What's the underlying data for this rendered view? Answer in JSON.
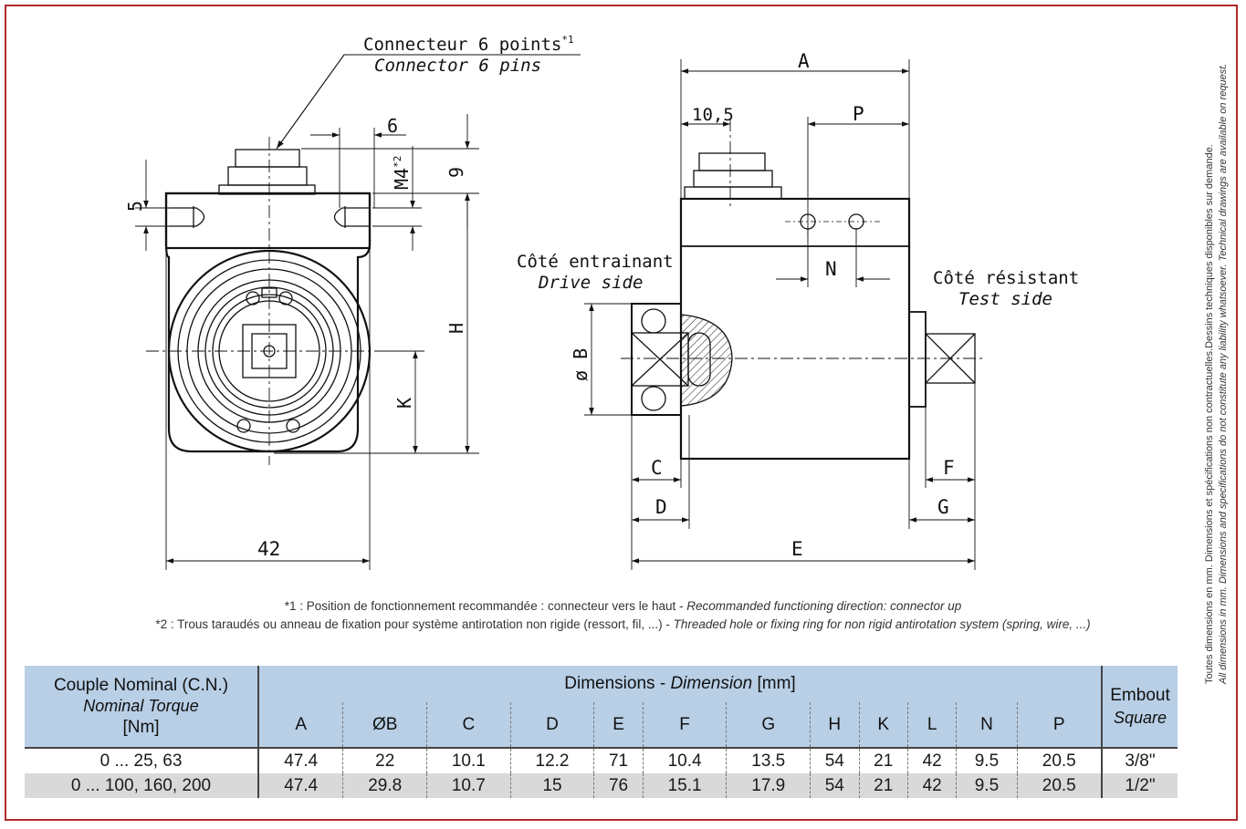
{
  "drawing": {
    "left_view": {
      "connector_label_fr": "Connecteur 6 points",
      "connector_label_fr_sup": "*1",
      "connector_label_en": "Connector 6 pins",
      "dim_6": "6",
      "dim_m4": "M4",
      "dim_m4_sup": "*2",
      "dim_9": "9",
      "dim_5": "5",
      "dim_H": "H",
      "dim_K": "K",
      "dim_42": "42"
    },
    "right_view": {
      "dim_A": "A",
      "dim_10_5": "10,5",
      "dim_P": "P",
      "dim_N": "N",
      "dim_B": "ø B",
      "drive_fr": "Côté entrainant",
      "drive_en": "Drive side",
      "test_fr": "Côté résistant",
      "test_en": "Test side",
      "dim_C": "C",
      "dim_D": "D",
      "dim_F": "F",
      "dim_G": "G",
      "dim_E": "E"
    }
  },
  "notes": {
    "note1_fr": "*1 : Position de fonctionnement recommandée : connecteur vers le haut - ",
    "note1_en": "Recommanded functioning direction: connector up",
    "note2_fr": "*2 : Trous taraudés ou anneau de fixation pour système antirotation non rigide (ressort, fil, ...) - ",
    "note2_en": "Threaded hole or fixing ring for non rigid antirotation system (spring, wire, ...)"
  },
  "side_note": {
    "fr": "Toutes dimensions en mm. Dimensions et spécifications non contractuelles.Dessins techniques disponibles sur demande.",
    "en": "All dimensions in mm. Dimensions and specifications do not constitute any liability whatsoever. Technical drawings are available on request."
  },
  "table": {
    "torque_header_fr": "Couple Nominal (C.N.)",
    "torque_header_en": "Nominal Torque",
    "torque_header_unit": "[Nm]",
    "dim_header_fr": "Dimensions - ",
    "dim_header_en": "Dimension",
    "dim_header_unit": " [mm]",
    "embout_fr": "Embout",
    "embout_en": "Square",
    "columns": [
      "A",
      "ØB",
      "C",
      "D",
      "E",
      "F",
      "G",
      "H",
      "K",
      "L",
      "N",
      "P"
    ],
    "rows": [
      {
        "torque": "0 ... 25, 63",
        "values": [
          "47.4",
          "22",
          "10.1",
          "12.2",
          "71",
          "10.4",
          "13.5",
          "54",
          "21",
          "42",
          "9.5",
          "20.5"
        ],
        "square": "3/8\""
      },
      {
        "torque": "0 ... 100, 160, 200",
        "values": [
          "47.4",
          "29.8",
          "10.7",
          "15",
          "76",
          "15.1",
          "17.9",
          "54",
          "21",
          "42",
          "9.5",
          "20.5"
        ],
        "square": "1/2\""
      }
    ]
  },
  "colors": {
    "frame": "#b02a2a",
    "header_bg": "#b8cfe6",
    "row_alt": "#d9d9d9"
  }
}
